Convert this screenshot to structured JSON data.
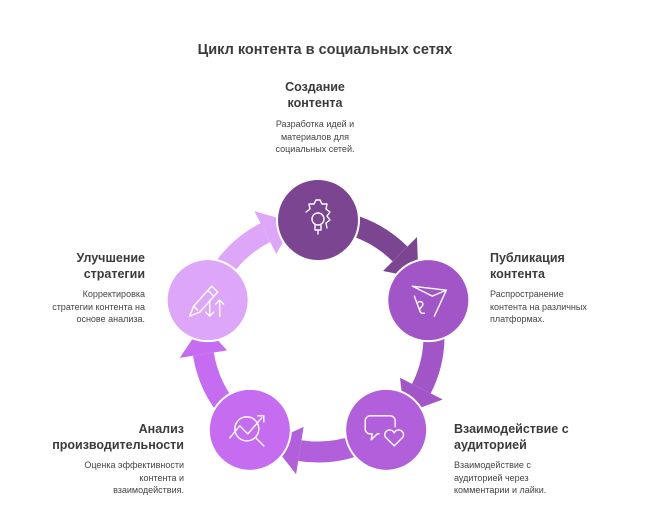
{
  "title": "Цикл контента в социальных сетях",
  "steps": [
    {
      "title_1": "Создание",
      "title_2": "контента",
      "desc_1": "Разработка идей и",
      "desc_2": "материалов для",
      "desc_3": "социальных сетей.",
      "color": "#7b4592",
      "icon": "gear-lightbulb-icon"
    },
    {
      "title_1": "Публикация",
      "title_2": "контента",
      "desc_1": "Распространение",
      "desc_2": "контента на различных",
      "desc_3": "платформах.",
      "color": "#a155c6",
      "icon": "paper-plane-hand-icon"
    },
    {
      "title_1": "Взаимодействие с",
      "title_2": "аудиторией",
      "desc_1": "Взаимодействие с",
      "desc_2": "аудиторией через",
      "desc_3": "комментарии и лайки.",
      "color": "#b25fdc",
      "icon": "chat-heart-icon"
    },
    {
      "title_1": "Анализ",
      "title_2": "производительности",
      "desc_1": "Оценка эффективности",
      "desc_2": "контента и",
      "desc_3": "взаимодействия.",
      "color": "#c66cf0",
      "icon": "chart-magnifier-icon"
    },
    {
      "title_1": "Улучшение",
      "title_2": "стратегии",
      "desc_1": "Корректировка",
      "desc_2": "стратегии контента на",
      "desc_3": "основе анализа.",
      "color": "#dea6f8",
      "icon": "pencil-arrows-icon"
    }
  ]
}
